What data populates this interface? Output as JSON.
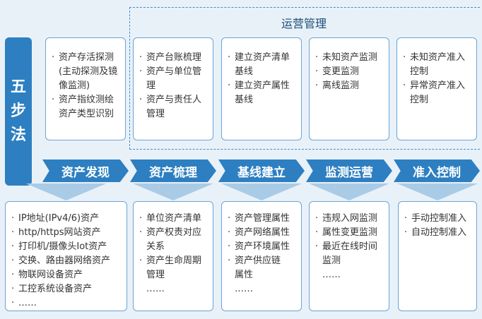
{
  "title": "运营管理",
  "side_label": [
    "五",
    "步",
    "法"
  ],
  "steps": [
    {
      "name": "资产发现",
      "top": [
        [
          "资产存活探测",
          false
        ],
        [
          "(主动探测及镜",
          true
        ],
        [
          "像监测)",
          true
        ],
        [
          "资产指纹测绘",
          false
        ],
        [
          "资产类型识别",
          true
        ]
      ],
      "bottom": [
        [
          "IP地址(IPv4/6)资产",
          false
        ],
        [
          "http/https网站资产",
          false
        ],
        [
          "打印机/摄像头Iot资产",
          false
        ],
        [
          "交换、路由器网络资产",
          false
        ],
        [
          "物联网设备资产",
          false
        ],
        [
          "工控系统设备资产",
          false
        ],
        [
          "……",
          false
        ]
      ]
    },
    {
      "name": "资产梳理",
      "top": [
        [
          "资产台账梳理",
          false
        ],
        [
          "资产与单位管理",
          false
        ],
        [
          "资产与责任人",
          false
        ],
        [
          "管理",
          true
        ]
      ],
      "bottom": [
        [
          "单位资产清单",
          false
        ],
        [
          "资产权责对应",
          false
        ],
        [
          "关系",
          true
        ],
        [
          "资产生命周期",
          false
        ],
        [
          "管理",
          true
        ],
        [
          "……",
          true
        ]
      ]
    },
    {
      "name": "基线建立",
      "top": [
        [
          "建立资产清单",
          false
        ],
        [
          "基线",
          true
        ],
        [
          "建立资产属性",
          false
        ],
        [
          "基线",
          true
        ]
      ],
      "bottom": [
        [
          "资产管理属性",
          false
        ],
        [
          "资产网络属性",
          false
        ],
        [
          "资产环境属性",
          false
        ],
        [
          "资产供应链",
          false
        ],
        [
          "属性",
          true
        ],
        [
          "……",
          true
        ]
      ]
    },
    {
      "name": "监测运营",
      "top": [
        [
          "未知资产监测",
          false
        ],
        [
          "变更监测",
          false
        ],
        [
          "离线监测",
          false
        ]
      ],
      "bottom": [
        [
          "违规入网监测",
          false
        ],
        [
          "属性变更监测",
          false
        ],
        [
          "最近在线时间",
          false
        ],
        [
          "监测",
          true
        ],
        [
          "……",
          true
        ]
      ]
    },
    {
      "name": "准入控制",
      "top": [
        [
          "未知资产准入",
          false
        ],
        [
          "控制",
          true
        ],
        [
          "异常资产准入",
          false
        ],
        [
          "控制",
          true
        ]
      ],
      "bottom": [
        [
          "手动控制准入",
          false
        ],
        [
          "自动控制准入",
          false
        ]
      ]
    }
  ]
}
